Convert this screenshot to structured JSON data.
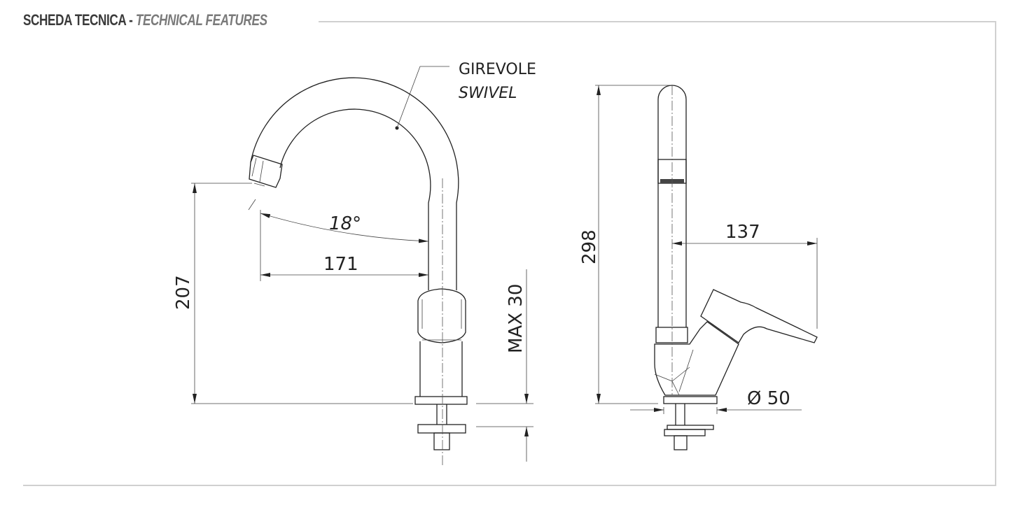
{
  "header": {
    "title_it": "SCHEDA TECNICA -",
    "title_en": "TECHNICAL FEATURES"
  },
  "front_view": {
    "callout_it": "GIREVOLE",
    "callout_en": "SWIVEL",
    "angle": "18°",
    "reach": "171",
    "height": "207",
    "max_thickness": "MAX 30"
  },
  "side_view": {
    "height": "298",
    "lever_reach": "137",
    "base_diameter": "Ø 50"
  }
}
